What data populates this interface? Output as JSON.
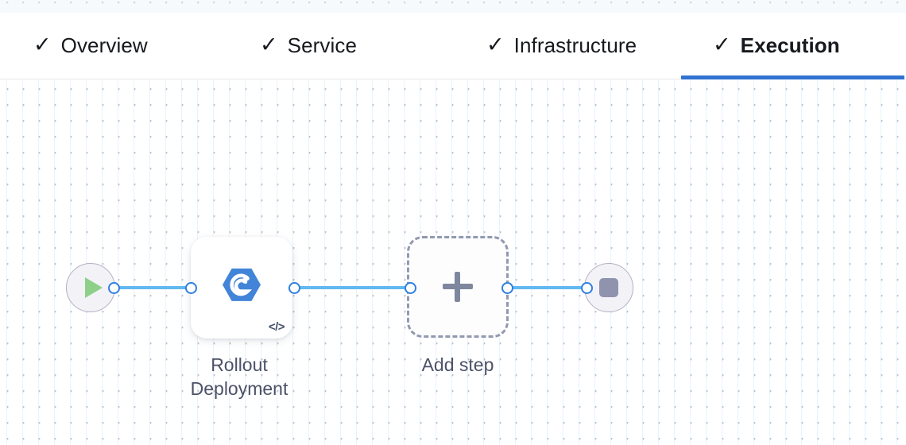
{
  "tabs": [
    {
      "label": "Overview",
      "icon": "check-icon",
      "checked": true,
      "active": false
    },
    {
      "label": "Service",
      "icon": "check-icon",
      "checked": true,
      "active": false
    },
    {
      "label": "Infrastructure",
      "icon": "check-icon",
      "checked": true,
      "active": false
    },
    {
      "label": "Execution",
      "icon": "check-icon",
      "checked": true,
      "active": true
    }
  ],
  "check_glyph": "✓",
  "pipeline": {
    "start_node": {
      "icon": "play-icon",
      "name": "start"
    },
    "steps": [
      {
        "label": "Rollout\nDeployment",
        "icon": "rollout-deployment-icon",
        "badge": "</>",
        "badge_icon": "code-icon"
      }
    ],
    "add_step": {
      "label": "Add step",
      "icon": "plus-icon"
    },
    "end_node": {
      "icon": "stop-icon",
      "name": "end"
    }
  },
  "colors": {
    "accent": "#2f72d0",
    "edge": "#62b8f0",
    "port_ring": "#2f7fe0",
    "step_icon": "#4285d8",
    "play": "#8ed08a",
    "stop": "#8f93ad",
    "dashed_border": "#9299b0",
    "caption_text": "#4b5168"
  }
}
